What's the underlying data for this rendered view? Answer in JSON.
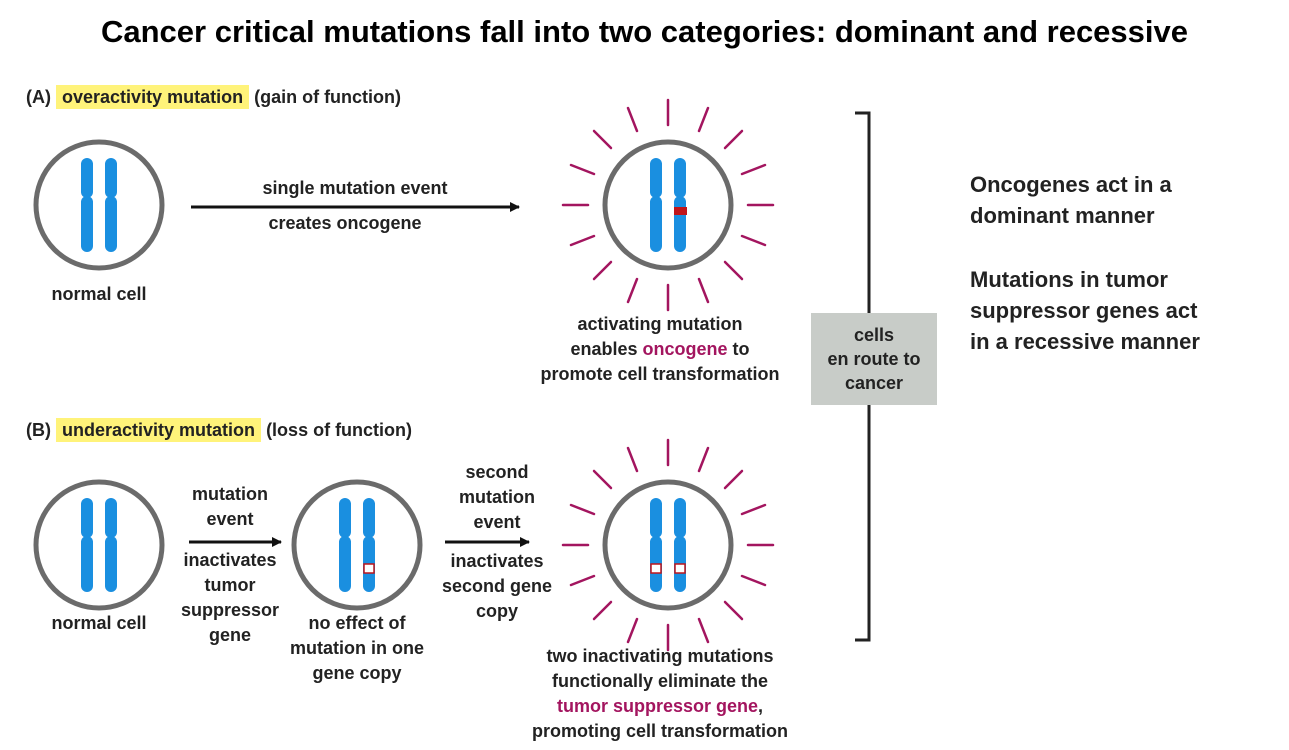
{
  "title": "Cancer critical mutations fall into two categories: dominant and recessive",
  "panel_a": {
    "tag": "(A)",
    "highlight": "overactivity mutation",
    "suffix": "(gain of function)",
    "normal_cell_label": "normal cell",
    "arrow_top": "single mutation event",
    "arrow_bottom": "creates oncogene",
    "result_line1": "activating mutation",
    "result_line2_pre": "enables",
    "result_line2_accent": "oncogene",
    "result_line2_post": "to",
    "result_line3": "promote cell transformation"
  },
  "panel_b": {
    "tag": "(B)",
    "highlight": "underactivity mutation",
    "suffix": "(loss of function)",
    "normal_cell_label": "normal cell",
    "arrow1_top_1": "mutation",
    "arrow1_top_2": "event",
    "arrow1_bottom_1": "inactivates",
    "arrow1_bottom_2": "tumor",
    "arrow1_bottom_3": "suppressor",
    "arrow1_bottom_4": "gene",
    "mid_cell_1": "no effect of",
    "mid_cell_2": "mutation in one",
    "mid_cell_3": "gene copy",
    "arrow2_top_1": "second",
    "arrow2_top_2": "mutation",
    "arrow2_top_3": "event",
    "arrow2_bottom_1": "inactivates",
    "arrow2_bottom_2": "second gene",
    "arrow2_bottom_3": "copy",
    "result_1": "two inactivating mutations",
    "result_2": "functionally eliminate the",
    "result_3_accent": "tumor suppressor gene",
    "result_3_post": ",",
    "result_4": "promoting cell transformation"
  },
  "en_route": {
    "line1": "cells",
    "line2": "en route to",
    "line3": "cancer"
  },
  "side_notes": {
    "note1_line1": "Oncogenes act in a",
    "note1_line2": "dominant manner",
    "note2_line1": "Mutations in tumor",
    "note2_line2": "suppressor genes act",
    "note2_line3": "in a recessive manner"
  },
  "colors": {
    "chromosome": "#1a8fe0",
    "cell_outline": "#6b6b6b",
    "ray": "#a3155f",
    "mutation_red": "#c0151a",
    "highlight": "#fff37a",
    "box": "#c8ccc8"
  }
}
